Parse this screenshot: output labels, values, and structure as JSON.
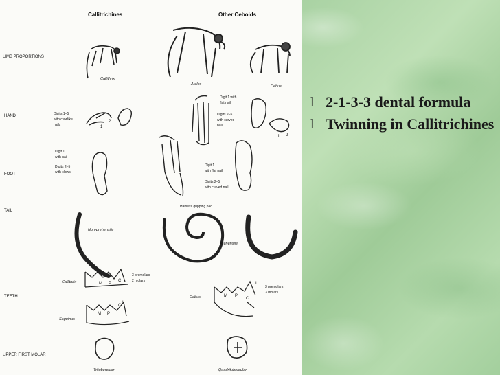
{
  "figure": {
    "headers": [
      "Callitrichines",
      "Other Ceboids"
    ],
    "row_labels": [
      "LIMB PROPORTIONS",
      "HAND",
      "FOOT",
      "TAIL",
      "TEETH",
      "UPPER FIRST MOLAR"
    ],
    "annotations": {
      "callithrix": "Callithrix",
      "ateles": "Ateles",
      "cebus": "Cebus",
      "hand_digits_claw": [
        "Digits 1–5",
        "with clawlike",
        "nails"
      ],
      "hand_digit1_flat": [
        "Digit 1 with",
        "flat nail"
      ],
      "hand_digits_curved": [
        "Digits 2–5",
        "with curved",
        "nail"
      ],
      "foot_digit1_nail": [
        "Digit 1",
        "with nail"
      ],
      "foot_digits_claws": [
        "Digits 2–5",
        "with claws"
      ],
      "foot_digit1_flat": [
        "Digit 1",
        "with flat nail"
      ],
      "foot_digits_curved": [
        "Digits 2–5",
        "with curved nail"
      ],
      "hairless_pad": "Hairless gripping pad",
      "non_prehensile": "Non-prehensile",
      "prehensile": "Prehensile",
      "teeth_callithrix": "Callithrix",
      "teeth_saguinus": "Saguinus",
      "teeth_cebus": "Cebus",
      "premolars2": [
        "3 premolars",
        "2 molars"
      ],
      "premolars3": [
        "3 premolars",
        "3 molars"
      ],
      "tritubercular": "Tritubercular",
      "quadritubercular": "Quadritubercular",
      "tooth_letters": [
        "M",
        "P",
        "C",
        "I"
      ],
      "digit_numbers": [
        "1",
        "2"
      ]
    }
  },
  "bullets": [
    {
      "marker": "l",
      "text": "2-1-3-3 dental formula"
    },
    {
      "marker": "l",
      "text": "Twinning in Callitrichines"
    }
  ]
}
